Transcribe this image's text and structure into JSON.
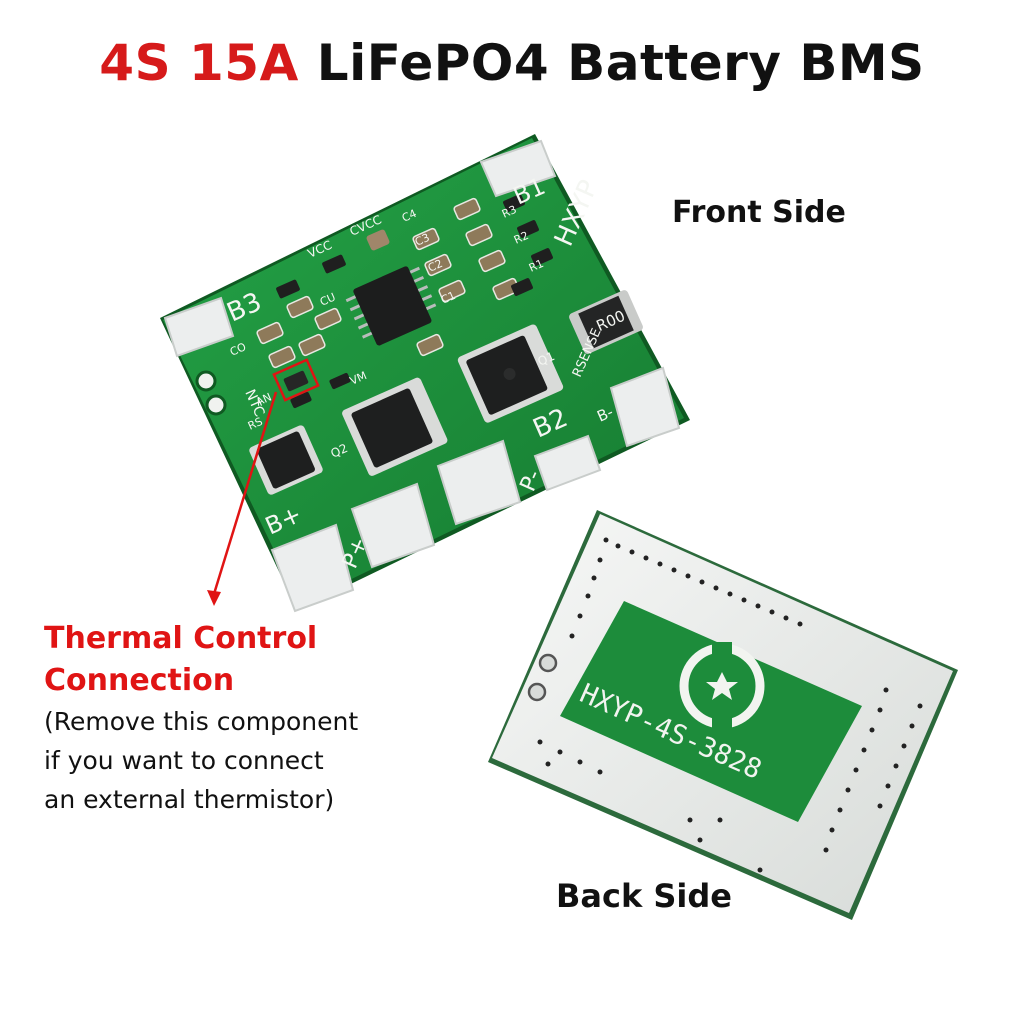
{
  "title": {
    "highlight": "4S 15A",
    "rest": "LiFePO4 Battery BMS"
  },
  "front_label": "Front Side",
  "back_label": "Back Side",
  "callout": {
    "heading_line1": "Thermal Control",
    "heading_line2": "Connection",
    "note": "(Remove this component\nif you want to connect\nan external thermistor)"
  },
  "front_board": {
    "brand": "HXYP",
    "resistor": "R00",
    "pads": [
      "B1",
      "B2",
      "B3",
      "B+",
      "P+",
      "P-",
      "B-"
    ],
    "silk": [
      "NTC",
      "RSENSE",
      "VCC",
      "CVCC",
      "Q1",
      "Q2",
      "C1",
      "C2",
      "C3",
      "C4",
      "R1",
      "R2",
      "R3",
      "AN",
      "RS",
      "CO",
      "CU",
      "VM"
    ]
  },
  "back_board": {
    "marking": "HXYP-4S-3828"
  },
  "colors": {
    "accent_red": "#d61a1a",
    "pcb_green": "#1c8f3a",
    "back_silver": "#e9ece9"
  }
}
